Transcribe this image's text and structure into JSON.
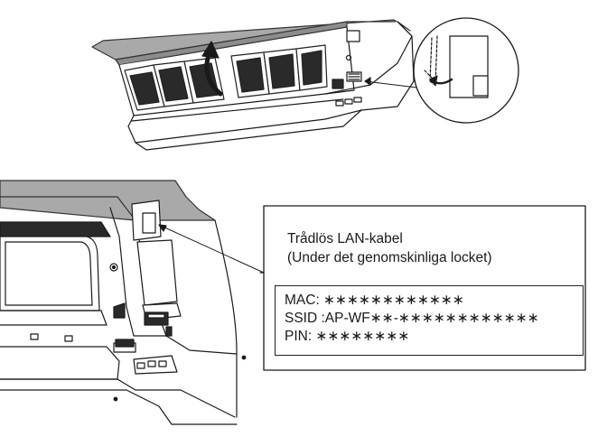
{
  "callout": {
    "line1": "Trådlös LAN-kabel",
    "line2": "(Under det genomskinliga locket)"
  },
  "label": {
    "mac": "MAC: ∗∗∗∗∗∗∗∗∗∗∗∗",
    "ssid": "SSID :AP-WF∗∗-∗∗∗∗∗∗∗∗∗∗∗∗",
    "pin": "PIN: ∗∗∗∗∗∗∗∗"
  }
}
